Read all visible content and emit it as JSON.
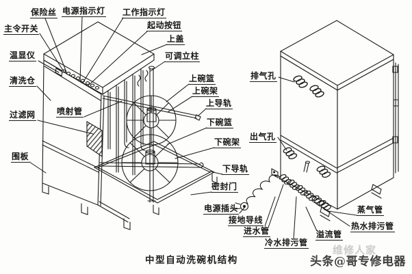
{
  "caption": "中型自动洗碗机结构",
  "watermark": {
    "text": "头条@哥专修电器",
    "faint_text": "维修人家"
  },
  "colors": {
    "ink": "#1b1b1b",
    "paper": "#fdfdfb"
  },
  "labels": {
    "fuse": "保险丝",
    "power_indicator": "电源指示灯",
    "work_indicator": "工作指示灯",
    "master_switch": "主令开关",
    "start_button": "起动按钮",
    "top_cover": "上盖",
    "temp_display": "温显仪",
    "adjustable_column": "可调立柱",
    "wash_chamber": "清洗仓",
    "upper_bowl_basket": "上碗篮",
    "upper_bowl_rack": "上碗架",
    "spray_pipe": "喷射管",
    "upper_rail": "上导轨",
    "filter_screen": "过滤网",
    "lower_bowl_basket": "下碗篮",
    "lower_bowl_rack": "下碗架",
    "enclosure_panel": "围板",
    "lower_rail": "下导轨",
    "seal_door": "密封门",
    "power_plug": "电源插头",
    "ground_wire": "接地导线",
    "water_inlet": "进水管",
    "cold_water_drain": "冷水排污管",
    "overflow_pipe": "溢流管",
    "hot_water_drain": "热水排污管",
    "steam_pipe": "蒸气管",
    "exhaust_hole": "排气孔",
    "air_outlet_hole": "出气孔"
  }
}
